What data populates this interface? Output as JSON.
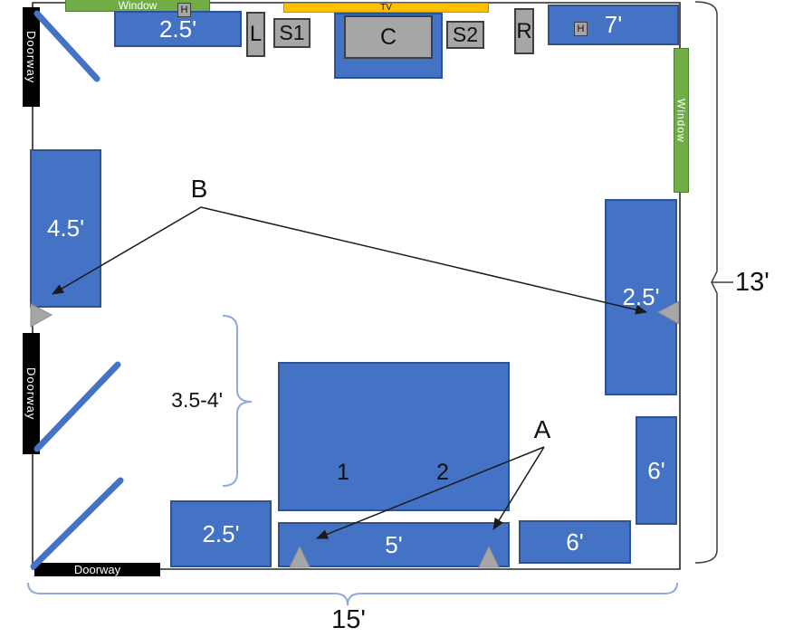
{
  "windows": {
    "top": "Window",
    "right": "Window"
  },
  "doorways": {
    "top_left": "Doorway",
    "mid_left": "Doorway",
    "bottom": "Doorway"
  },
  "av_equipment": {
    "tv": "TV",
    "front_left": "L",
    "sub_1": "S1",
    "center": "C",
    "sub_2": "S2",
    "front_right": "R",
    "height_top": "H",
    "height_right": "H"
  },
  "furniture": {
    "top_left_shelf": "2.5'",
    "top_right_shelf": "7'",
    "left_bed": "4.5'",
    "right_shelf": "2.5'",
    "center_table": "",
    "bench": "5'",
    "bottom_left_shelf": "2.5'",
    "bottom_shelf": "6'",
    "right_cabinet": "6'"
  },
  "markers": {
    "a": "A",
    "b": "B",
    "position_1": "1",
    "position_2": "2"
  },
  "dimensions": {
    "room_width": "15'",
    "room_depth": "13'",
    "gap_range": "3.5-4'"
  },
  "colors": {
    "furniture_blue": "#4472c4",
    "window_green": "#70ad47",
    "tv_yellow": "#ffc000",
    "equipment_gray": "#a6a6a6",
    "doorway_black": "#000000",
    "brace_blue": "#8faadc"
  }
}
